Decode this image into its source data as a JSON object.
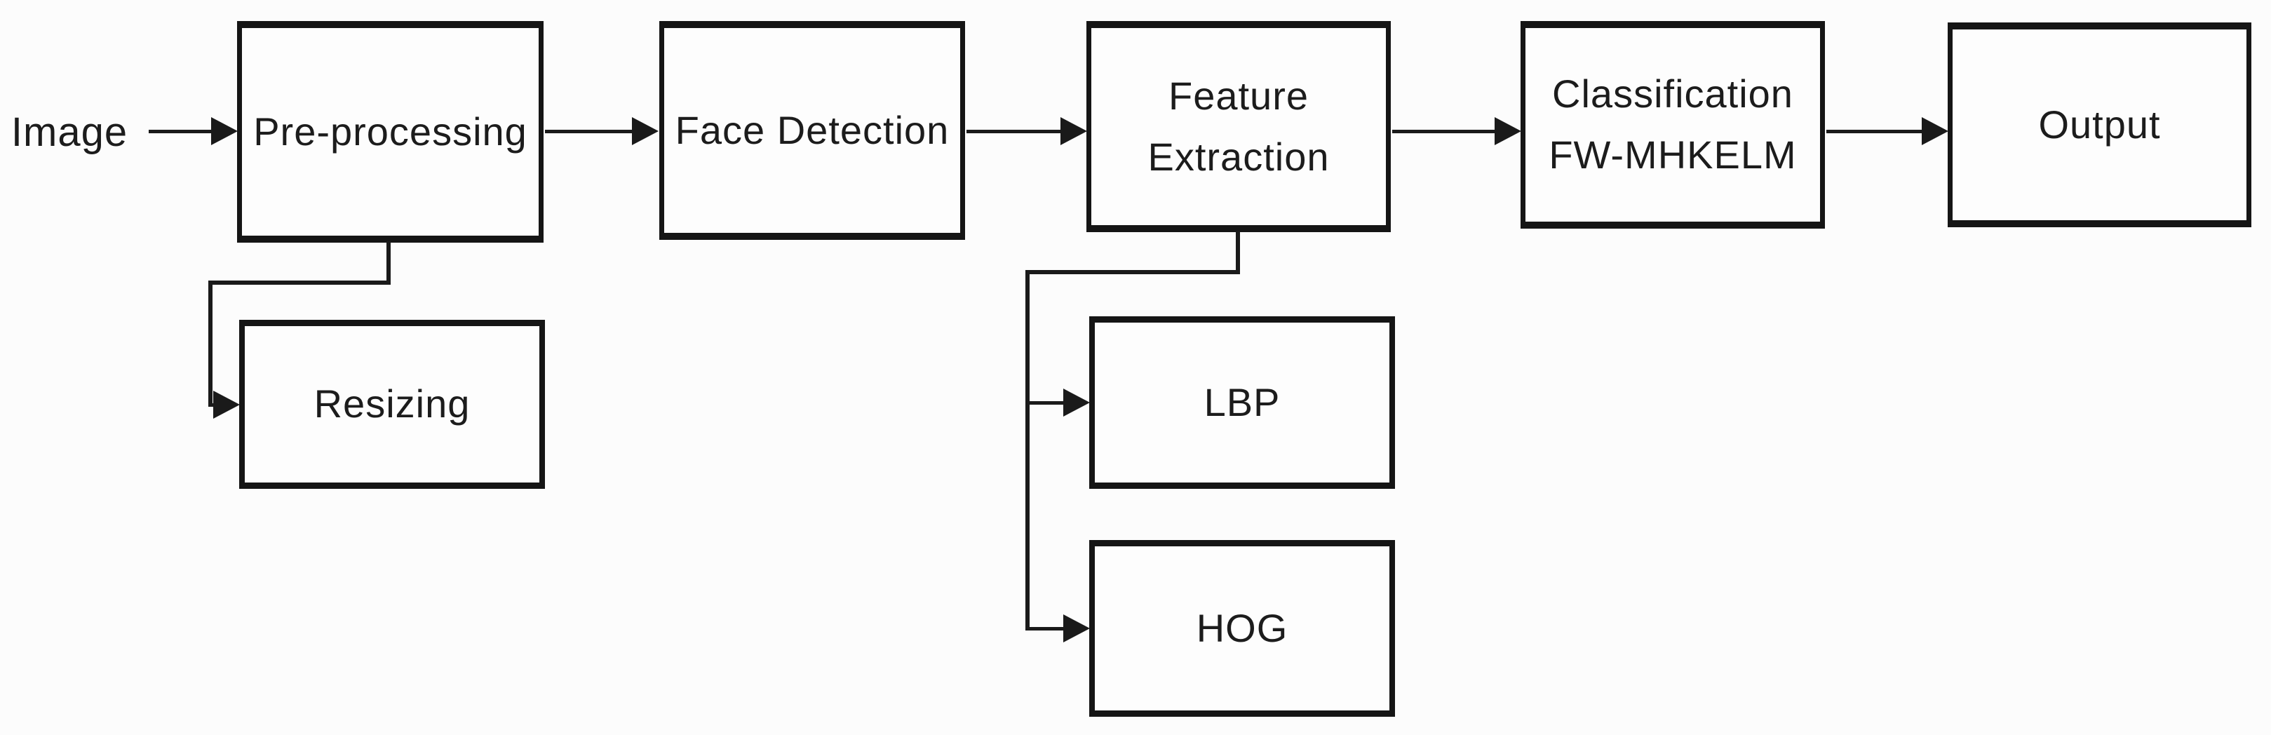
{
  "title": "Face recognition pipeline flowchart",
  "colors": {
    "background": "#fcfcfc",
    "line": "#1a1a1a",
    "box_border": "#151515",
    "box_fill": "#fdfdfd",
    "text": "#1c1c1c"
  },
  "input_label": "Image",
  "nodes": {
    "preprocessing": {
      "lines": [
        "Pre-processing"
      ]
    },
    "face_detection": {
      "lines": [
        "Face Detection"
      ]
    },
    "feature_extraction": {
      "lines": [
        "Feature",
        "Extraction"
      ]
    },
    "classification": {
      "lines": [
        "Classification",
        "FW-MHKELM"
      ]
    },
    "output": {
      "lines": [
        "Output"
      ]
    },
    "resizing": {
      "lines": [
        "Resizing"
      ]
    },
    "lbp": {
      "lines": [
        "LBP"
      ]
    },
    "hog": {
      "lines": [
        "HOG"
      ]
    }
  },
  "edges": [
    {
      "from": "Image",
      "to": "Pre-processing"
    },
    {
      "from": "Pre-processing",
      "to": "Face Detection"
    },
    {
      "from": "Face Detection",
      "to": "Feature Extraction"
    },
    {
      "from": "Feature Extraction",
      "to": "Classification FW-MHKELM"
    },
    {
      "from": "Classification FW-MHKELM",
      "to": "Output"
    },
    {
      "from": "Pre-processing",
      "to": "Resizing"
    },
    {
      "from": "Feature Extraction",
      "to": "LBP"
    },
    {
      "from": "Feature Extraction",
      "to": "HOG"
    }
  ]
}
